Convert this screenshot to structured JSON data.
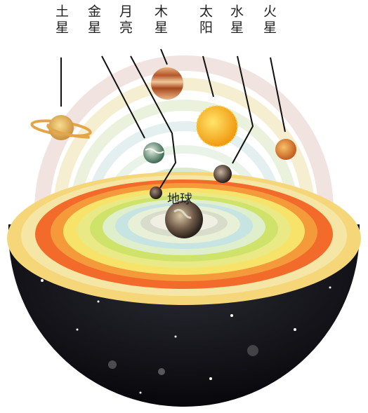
{
  "labels": {
    "saturn": "土星",
    "venus": "金星",
    "moon": "月亮",
    "jupiter": "木星",
    "sun": "太阳",
    "mercury": "水星",
    "mars": "火星",
    "earth": "地球"
  },
  "colors": {
    "shell_outer": "#f5d77a",
    "shell_orange": "#f26b2a",
    "shell_yellow": "#f7e36a",
    "shell_green": "#cfe26a",
    "shell_pale": "#e9f0d8",
    "cosmos": "#0d0d12",
    "sun": "#f7b51c",
    "jupiter": "#c0652a",
    "mars": "#d9752c",
    "venus": "#6a9a7a"
  }
}
